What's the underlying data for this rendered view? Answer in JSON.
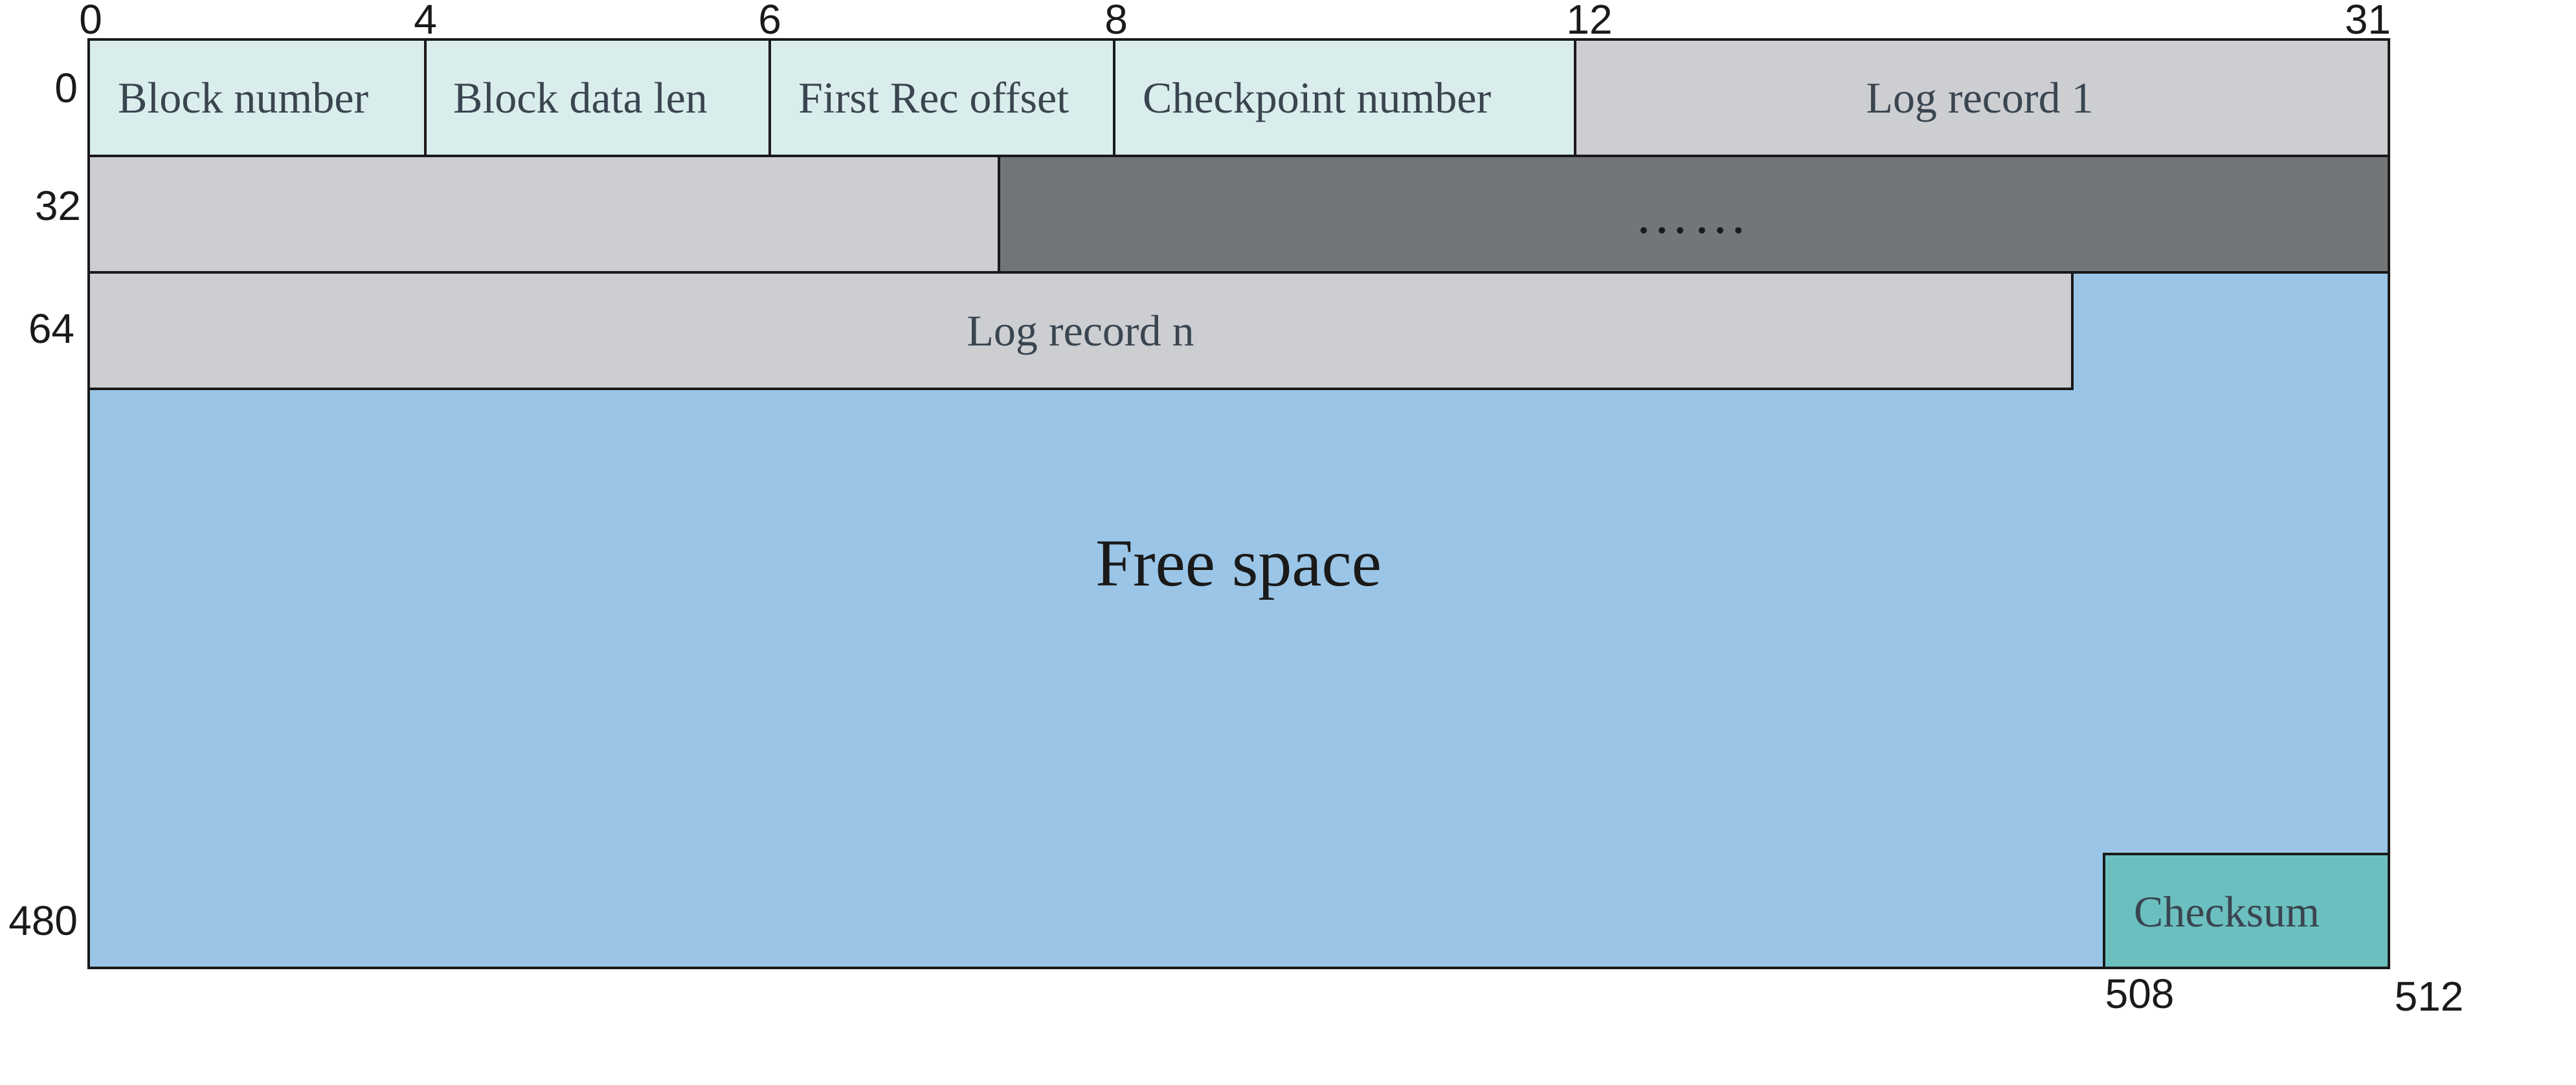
{
  "colors": {
    "header_field": "#d9eded",
    "log_record": "#cdced2",
    "ellipsis_region": "#727679",
    "free_space": "#9ac5e6",
    "checksum": "#6bbfbf",
    "border": "#1a1a1a"
  },
  "top_ticks": [
    "0",
    "4",
    "6",
    "8",
    "12",
    "31"
  ],
  "row_offsets": [
    "0",
    "32",
    "64",
    "480"
  ],
  "bottom_ticks": [
    "508",
    "512"
  ],
  "fields": {
    "block_number": "Block number",
    "block_data_len": "Block data len",
    "first_rec_offset": "First Rec offset",
    "checkpoint_number": "Checkpoint number",
    "log_record_1": "Log record 1",
    "ellipsis": "……",
    "log_record_n": "Log record n",
    "free_space": "Free space",
    "checksum": "Checksum"
  }
}
